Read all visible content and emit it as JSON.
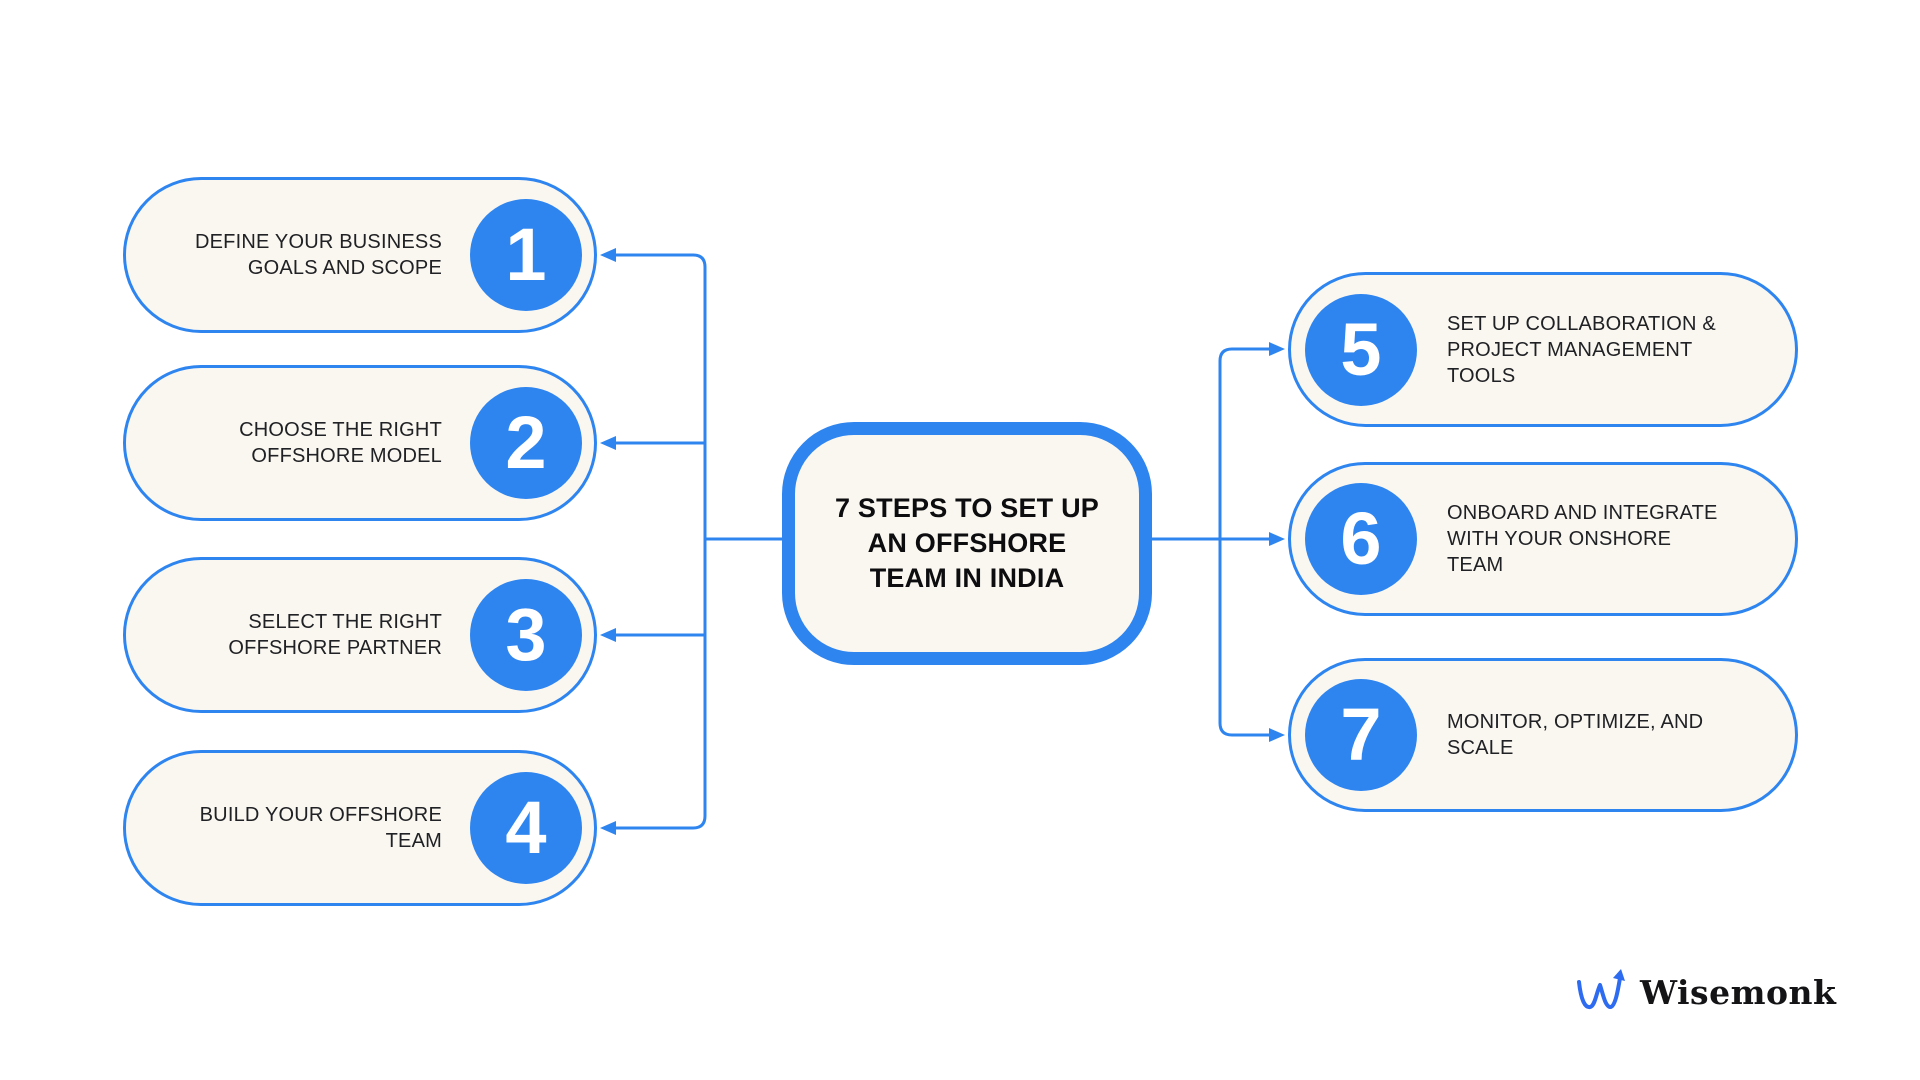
{
  "diagram": {
    "title_lines": [
      "7 STEPS TO SET UP",
      "AN OFFSHORE",
      "TEAM IN INDIA"
    ]
  },
  "steps": [
    {
      "number": "1",
      "label_lines": [
        "DEFINE YOUR BUSINESS",
        "GOALS AND SCOPE"
      ]
    },
    {
      "number": "2",
      "label_lines": [
        "CHOOSE THE RIGHT",
        "OFFSHORE MODEL"
      ]
    },
    {
      "number": "3",
      "label_lines": [
        "SELECT THE RIGHT",
        "OFFSHORE PARTNER"
      ]
    },
    {
      "number": "4",
      "label_lines": [
        "BUILD YOUR OFFSHORE",
        "TEAM"
      ]
    },
    {
      "number": "5",
      "label_lines": [
        "SET UP COLLABORATION &",
        "PROJECT MANAGEMENT",
        "TOOLS"
      ]
    },
    {
      "number": "6",
      "label_lines": [
        "ONBOARD AND INTEGRATE",
        "WITH YOUR ONSHORE",
        "TEAM"
      ]
    },
    {
      "number": "7",
      "label_lines": [
        "MONITOR, OPTIMIZE, AND",
        "SCALE"
      ]
    }
  ],
  "colors": {
    "accent_blue": "#2E85F0",
    "pill_background": "#FAF7F1",
    "text_dark": "#202124",
    "title_dark": "#0d0d0f",
    "logo_blue": "#2D6BF0"
  },
  "logo": {
    "brand": "Wisemonk"
  }
}
